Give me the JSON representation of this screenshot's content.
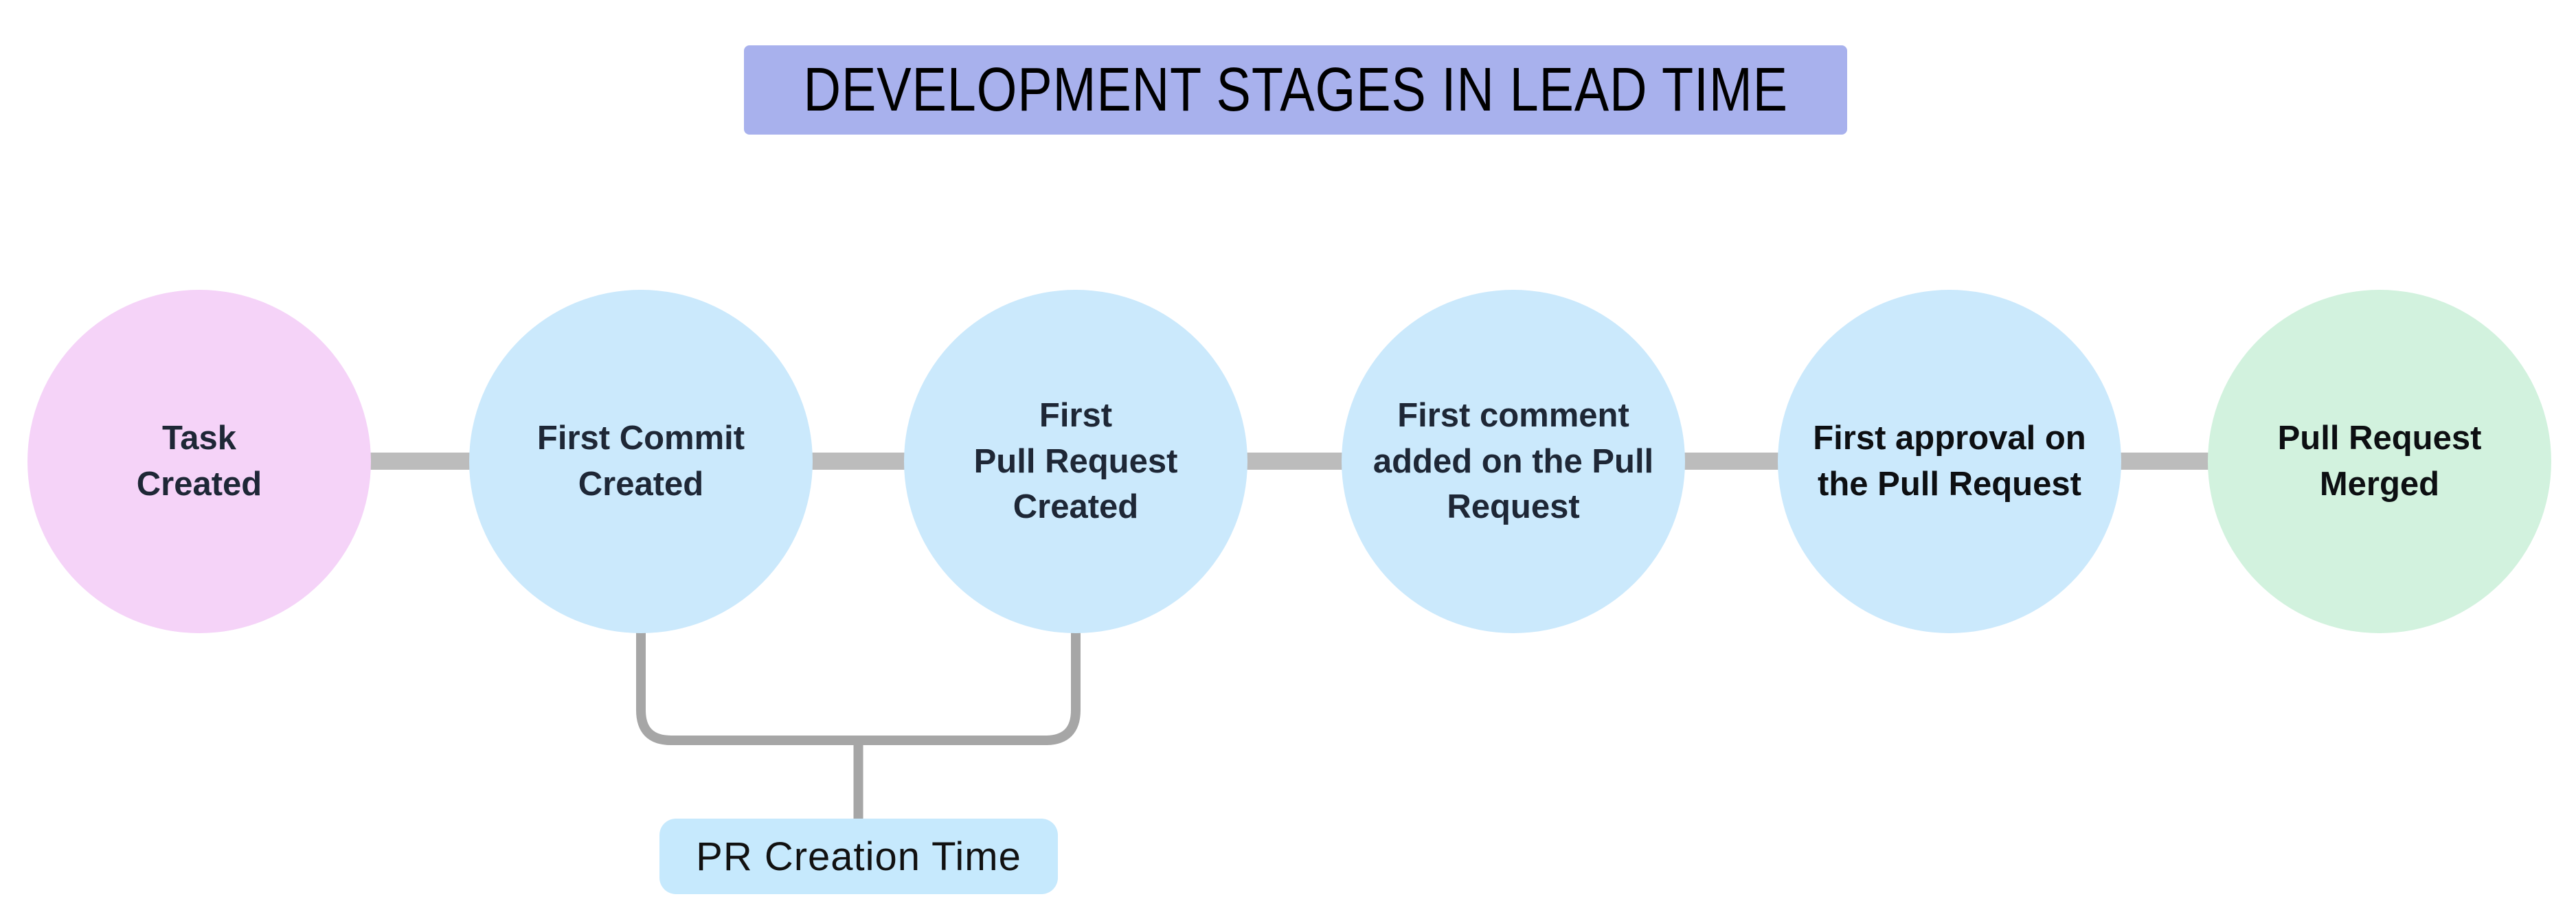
{
  "title": {
    "text": "DEVELOPMENT STAGES IN LEAD TIME",
    "bg": "#a8b1ed",
    "text_color": "#000000"
  },
  "flow": {
    "connector_color": "#bcbcbc",
    "nodes": [
      {
        "label": "Task\nCreated",
        "bg": "#f5d3f8",
        "text_color": "#1e2736"
      },
      {
        "label": "First Commit\nCreated",
        "bg": "#cbe9fc",
        "text_color": "#1e2736"
      },
      {
        "label": "First\nPull Request\nCreated",
        "bg": "#cbe9fc",
        "text_color": "#1e2736"
      },
      {
        "label": "First comment\nadded on the Pull\nRequest",
        "bg": "#cbe9fc",
        "text_color": "#1e2736"
      },
      {
        "label": "First approval on\nthe Pull Request",
        "bg": "#cbe9fc",
        "text_color": "#0d0f12"
      },
      {
        "label": "Pull Request\nMerged",
        "bg": "#d2f2de",
        "text_color": "#0d0f12"
      }
    ]
  },
  "annotation": {
    "label": "PR Creation Time",
    "bg": "#c6e9fd",
    "text_color": "#111111",
    "bracket_color": "#a6a6a6",
    "spans": "First Commit Created → First Pull Request Created"
  }
}
